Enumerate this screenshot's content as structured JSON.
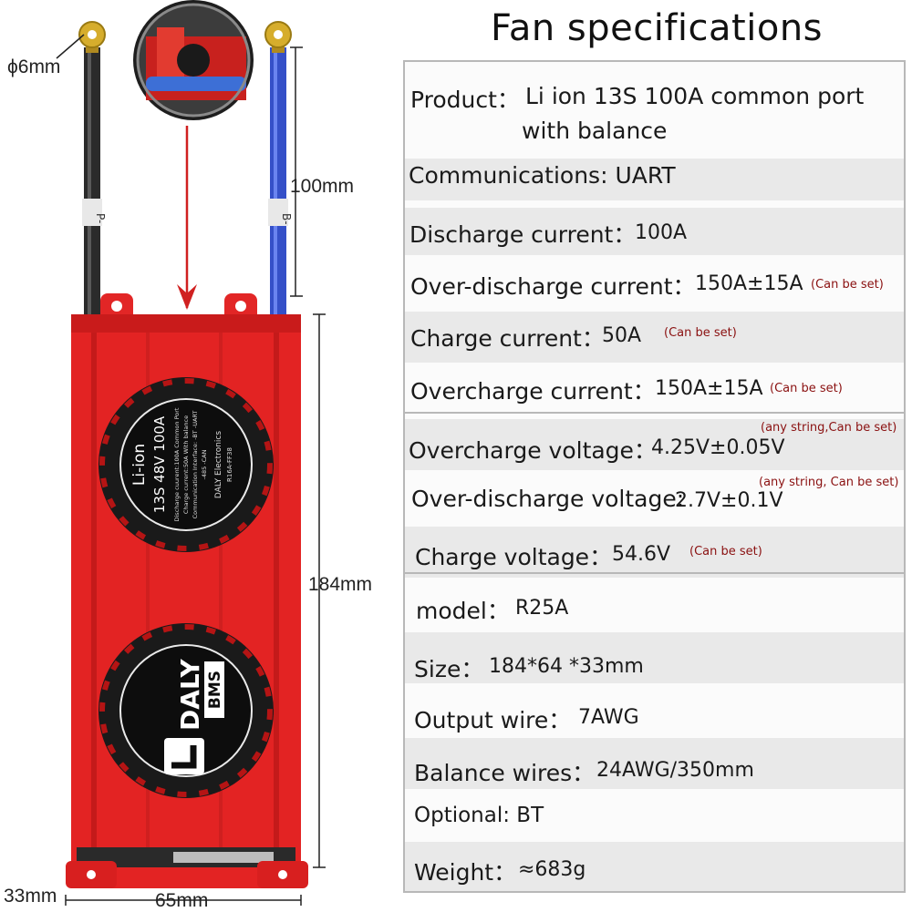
{
  "title": "Fan specifications",
  "dimensions": {
    "terminal": "ϕ6mm",
    "wire_length": "100mm",
    "height": "184mm",
    "thickness": "33mm",
    "width": "65mm"
  },
  "wire_labels": {
    "left": "P-",
    "right": "B-"
  },
  "label_sticker": {
    "line1": "Li-ion",
    "line2": "13S 48V 100A",
    "line3": "Discharge cuurent:100A   Common Port",
    "line4": "Charge current:50A      With balance",
    "line5": "Communication Interface:   -BT  -UART",
    "line6": "-485 -CAN",
    "line7": "DALY Electronics",
    "line8": "R16A-FF38"
  },
  "logo": {
    "brand": "DALY",
    "badge": "BMS"
  },
  "specs": {
    "product": {
      "label": "Product：",
      "value_line1": "Li ion 13S 100A common port",
      "value_line2": "with balance"
    },
    "communications": {
      "label": "Communications: UART"
    },
    "discharge_current": {
      "label": "Discharge current：",
      "value": "100A"
    },
    "over_discharge_current": {
      "label": "Over-discharge current：",
      "value": "150A±15A",
      "note": "(Can be set)"
    },
    "charge_current": {
      "label": "Charge current：",
      "value": "50A",
      "note": "(Can be set)"
    },
    "overcharge_current": {
      "label": "Overcharge current：",
      "value": "150A±15A",
      "note": "(Can be set)"
    },
    "overcharge_voltage": {
      "label": "Overcharge voltage：",
      "value": "4.25V±0.05V",
      "note": "(any string,Can be set)"
    },
    "over_discharge_voltage": {
      "label": "Over-discharge voltage:",
      "value": "2.7V±0.1V",
      "note": "(any string, Can be set)"
    },
    "charge_voltage": {
      "label": "Charge voltage：",
      "value": "54.6V",
      "note": "(Can be set)"
    },
    "model": {
      "label": "model：",
      "value": "R25A"
    },
    "size": {
      "label": "Size：",
      "value": "184*64 *33mm"
    },
    "output_wire": {
      "label": "Output wire：",
      "value": "7AWG"
    },
    "balance_wires": {
      "label": "Balance wires：",
      "value": "24AWG/350mm"
    },
    "optional": {
      "label": "Optional: BT"
    },
    "weight": {
      "label": "Weight：",
      "value": "≈683g"
    }
  }
}
